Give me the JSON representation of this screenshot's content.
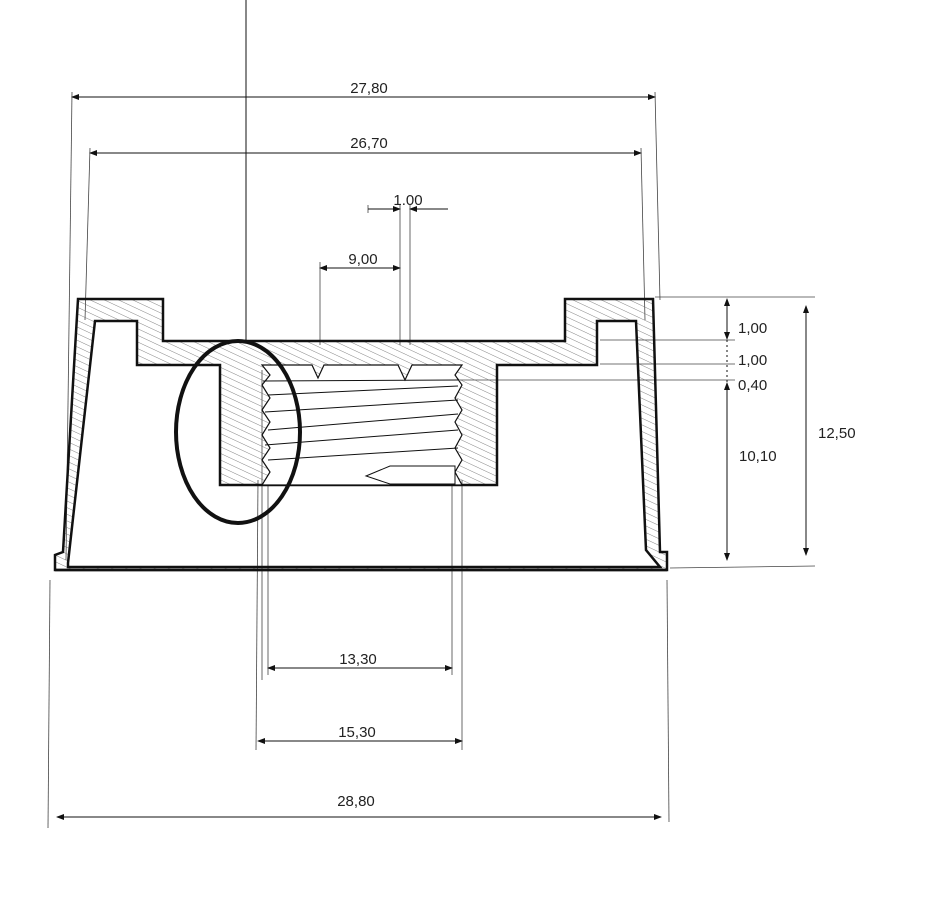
{
  "drawing": {
    "title": "Cap cross-section technical drawing",
    "dimensions": {
      "outer_top_width": "27,80",
      "inner_top_width": "26,70",
      "vent_width": "1.00",
      "thread_offset": "9,00",
      "thread_minor_diameter": "13,30",
      "thread_major_diameter": "15,30",
      "base_width": "28,80",
      "top_thickness_1": "1,00",
      "top_thickness_2": "1,00",
      "gap": "0,40",
      "thread_depth": "10,10",
      "total_height": "12,50"
    },
    "colors": {
      "line": "#111111",
      "hatch": "#555555",
      "highlight": "#111111"
    }
  }
}
